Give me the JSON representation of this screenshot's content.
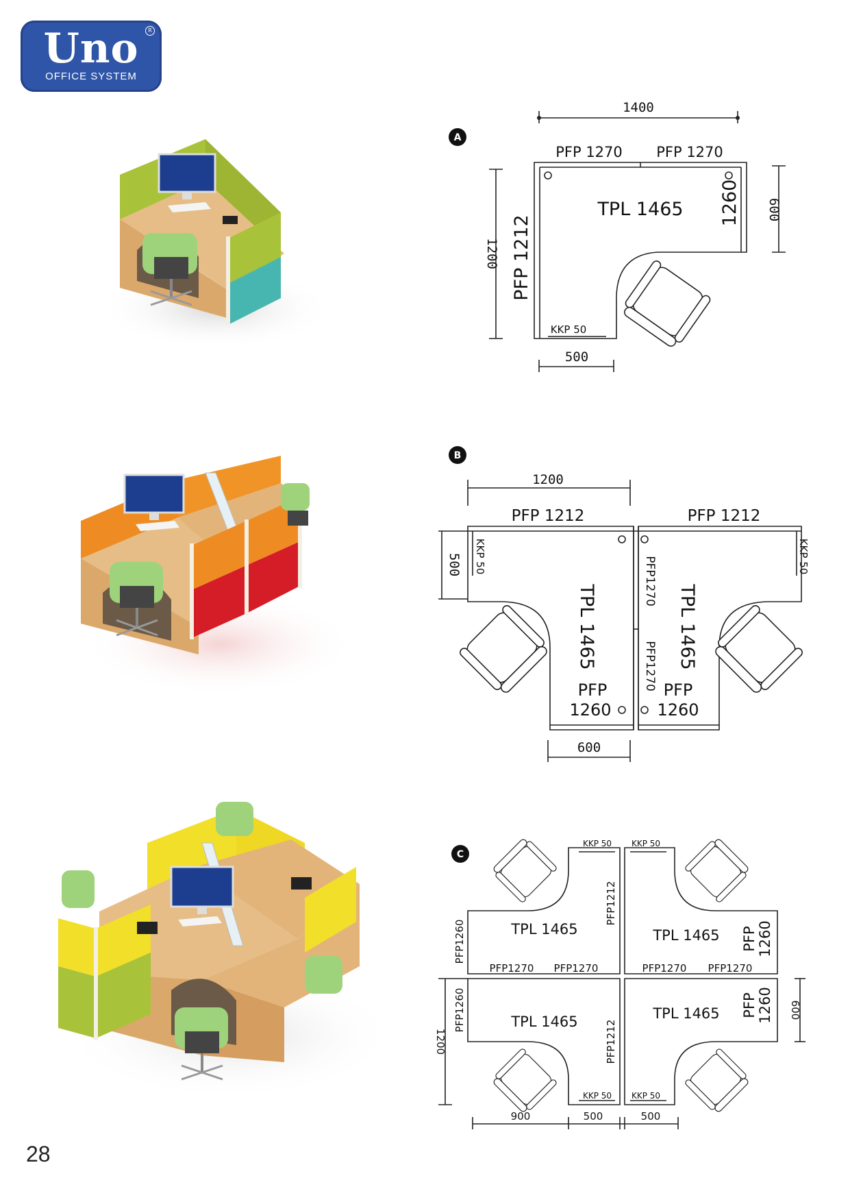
{
  "brand": {
    "name": "Uno",
    "tagline": "OFFICE SYSTEM",
    "registered": "R"
  },
  "page_number": "28",
  "colors": {
    "brand_blue": "#2f55a8",
    "wood": "#e3b479",
    "green": "#a8c23a",
    "teal": "#48b6b0",
    "orange": "#ee8c23",
    "red": "#d51d27",
    "yellow": "#f2df2a",
    "chair_green": "#9ed37c"
  },
  "diagrams": {
    "a": {
      "badge": "A",
      "dim_top": "1400",
      "panel_top_left": "PFP 1270",
      "panel_top_right": "PFP 1270",
      "desk": "TPL 1465",
      "panel_right": "1260",
      "dim_right": "600",
      "dim_left": "1200",
      "panel_left": "PFP 1212",
      "leg": "KKP 50",
      "dim_bottom": "500"
    },
    "b": {
      "badge": "B",
      "dim_top": "1200",
      "panel_top_left": "PFP 1212",
      "panel_top_right": "PFP 1212",
      "dim_left": "500",
      "leg_left": "KKP 50",
      "leg_right": "KKP 50",
      "desk_left": "TPL 1465",
      "desk_right": "TPL 1465",
      "divider_top": "PFP1270",
      "divider_bottom": "PFP1270",
      "end_left_1": "PFP",
      "end_left_2": "1260",
      "end_right_1": "PFP",
      "end_right_2": "1260",
      "dim_bottom": "600"
    },
    "c": {
      "badge": "C",
      "leg_top_left": "KKP 50",
      "leg_top_right": "KKP 50",
      "leg_bottom_left": "KKP 50",
      "leg_bottom_right": "KKP 50",
      "desk_tl": "TPL 1465",
      "desk_tr": "TPL 1465",
      "desk_bl": "TPL 1465",
      "desk_br": "TPL 1465",
      "center_top": "PFP1212",
      "center_bottom": "PFP1212",
      "left_top": "PFP1260",
      "left_bottom": "PFP1260",
      "right_top_1": "PFP",
      "right_top_2": "1260",
      "right_bottom_1": "PFP",
      "right_bottom_2": "1260",
      "mid_1": "PFP1270",
      "mid_2": "PFP1270",
      "mid_3": "PFP1270",
      "mid_4": "PFP1270",
      "dim_left": "1200",
      "dim_right": "600",
      "dim_bottom_1": "900",
      "dim_bottom_2": "500",
      "dim_bottom_3": "500"
    }
  }
}
